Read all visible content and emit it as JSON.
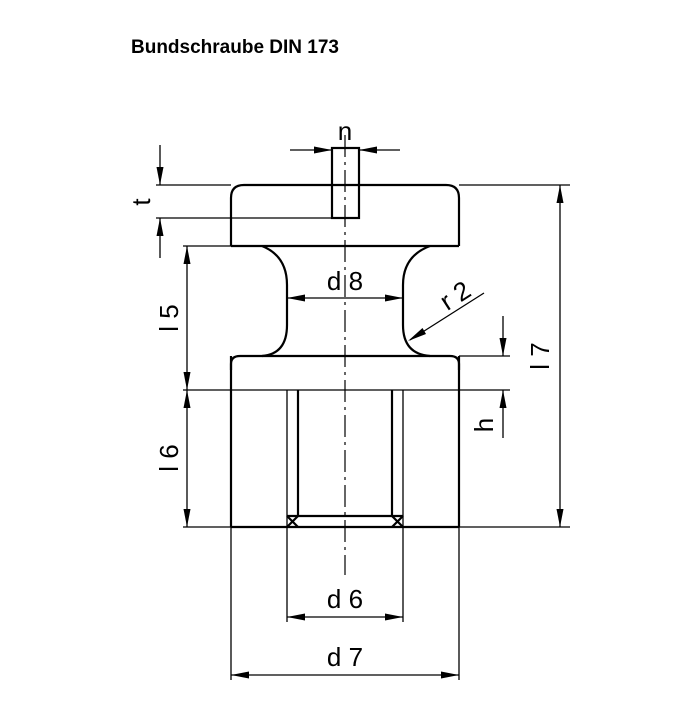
{
  "title": "Bundschraube DIN 173",
  "dimensions": {
    "n": "n",
    "t": "t",
    "d8": "d 8",
    "r2": "r 2",
    "l5": "l 5",
    "l6": "l 6",
    "l7": "l 7",
    "h": "h",
    "d6": "d 6",
    "d7": "d 7"
  }
}
